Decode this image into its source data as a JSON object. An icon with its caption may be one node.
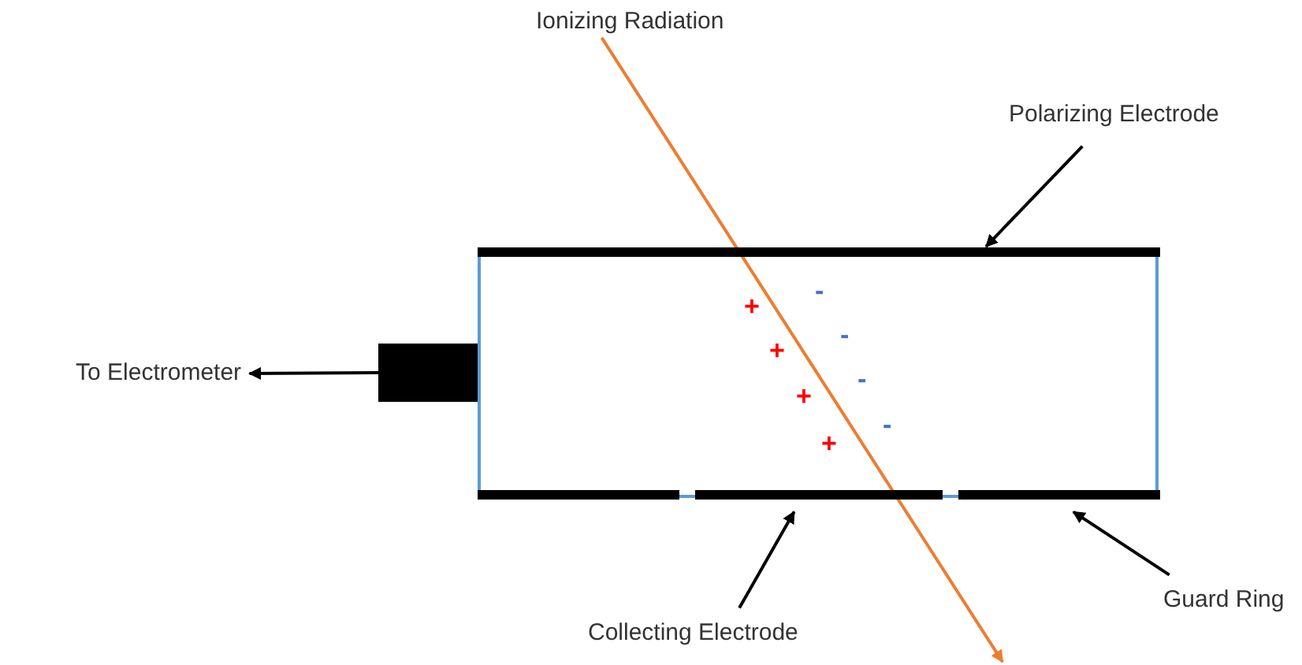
{
  "diagram": {
    "nodes": [
      {
        "text": [
          "Ionizing Radiation"
        ]
      },
      {
        "text": [
          "Polarizing Electrode"
        ]
      },
      {
        "text": [
          "To Electrometer"
        ]
      },
      {
        "text": [
          "Collecting Electrode"
        ]
      },
      {
        "text": [
          "Guard Ring"
        ]
      },
      {
        "text": [],
        "shape": "bar"
      },
      {
        "text": [],
        "shape": "box"
      },
      {
        "text": [],
        "shape": "bar"
      },
      {
        "text": [],
        "shape": "bar"
      },
      {
        "text": [],
        "shape": "bar"
      }
    ],
    "edges": [
      {
        "from": 0,
        "to": null,
        "arrow": "to",
        "color": "#ed7d31"
      },
      {
        "from": 1,
        "to": 5,
        "arrow": "to"
      },
      {
        "from": 6,
        "to": 2,
        "arrow": "to"
      },
      {
        "from": 3,
        "to": 8,
        "arrow": "to"
      },
      {
        "from": 4,
        "to": 9,
        "arrow": "to"
      }
    ],
    "labels": [
      "-",
      "+",
      "-",
      "+",
      "-",
      "+",
      "-",
      "+"
    ]
  }
}
